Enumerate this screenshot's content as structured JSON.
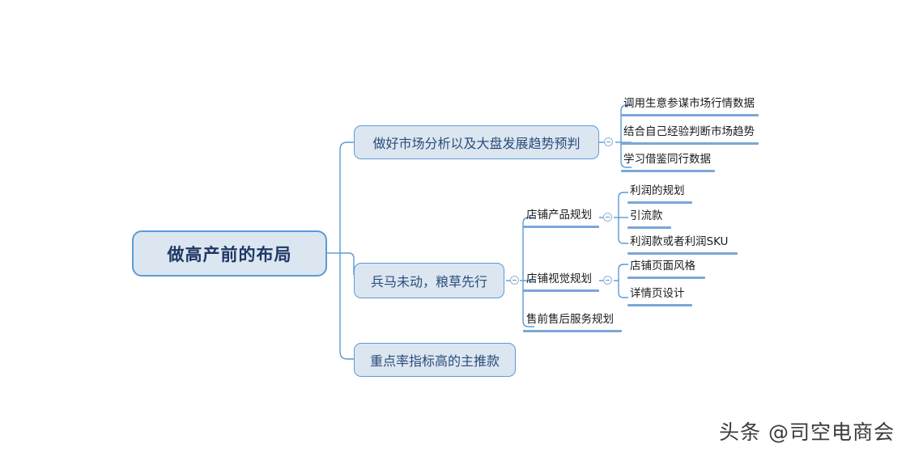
{
  "diagram": {
    "type": "mindmap",
    "background": "#ffffff",
    "accent_color": "#5b9bd5",
    "node_fill": "#dce6f1",
    "root_text_color": "#1f3864",
    "underline_color": "#7ba7d7",
    "root": {
      "label": "做高产前的布局"
    },
    "branches": [
      {
        "label": "做好市场分析以及大盘发展趋势预判",
        "toggle": "collapse-toggle",
        "children": [
          {
            "label": "调用生意参谋市场行情数据"
          },
          {
            "label": "结合自己经验判断市场趋势"
          },
          {
            "label": "学习借鉴同行数据"
          }
        ]
      },
      {
        "label": "兵马未动，粮草先行",
        "toggle": "collapse-toggle",
        "children": [
          {
            "label": "店铺产品规划",
            "toggle": "collapse-toggle",
            "children": [
              {
                "label": "利润的规划"
              },
              {
                "label": "引流款"
              },
              {
                "label": "利润款或者利润SKU"
              }
            ]
          },
          {
            "label": "店铺视觉规划",
            "toggle": "collapse-toggle",
            "children": [
              {
                "label": "店铺页面风格"
              },
              {
                "label": "详情页设计"
              }
            ]
          },
          {
            "label": "售前售后服务规划",
            "children": []
          }
        ]
      },
      {
        "label": "重点率指标高的主推款",
        "children": []
      }
    ]
  },
  "watermark": {
    "text": "头条 @司空电商会"
  }
}
